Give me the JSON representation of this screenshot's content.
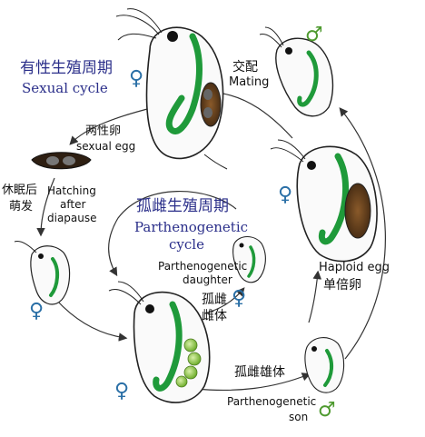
{
  "sexual_cycle": {
    "cn": "有性生殖周期",
    "en": "Sexual cycle"
  },
  "parthenogenetic_cycle": {
    "cn": "孤雌生殖周期",
    "en_line1": "Parthenogenetic",
    "en_line2": "cycle"
  },
  "labels": {
    "mating_cn": "交配",
    "mating_en": "Mating",
    "sexual_egg_cn": "两性卵",
    "sexual_egg_en": "sexual egg",
    "hatching_cn_1": "休眠后",
    "hatching_cn_2": "萌发",
    "hatching_en_1": "Hatching",
    "hatching_en_2": "after",
    "hatching_en_3": "diapause",
    "daughter_en_1": "Parthenogenetic",
    "daughter_en_2": "daughter",
    "daughter_cn_1": "孤雌",
    "daughter_cn_2": "雌体",
    "haploid_en": "Haploid egg",
    "haploid_cn": "单倍卵",
    "son_cn": "孤雌雄体",
    "son_en_1": "Parthenogenetic",
    "son_en_2": "son"
  },
  "symbols": {
    "female": "♀",
    "male": "♂"
  },
  "colors": {
    "navy_text": "#2b2f8a",
    "female": "#2a6fa6",
    "male": "#4e9a2f",
    "gut": "#1f9a3a",
    "egg_brown": "#5a3a1a",
    "egg_green": "#8dc63f"
  }
}
